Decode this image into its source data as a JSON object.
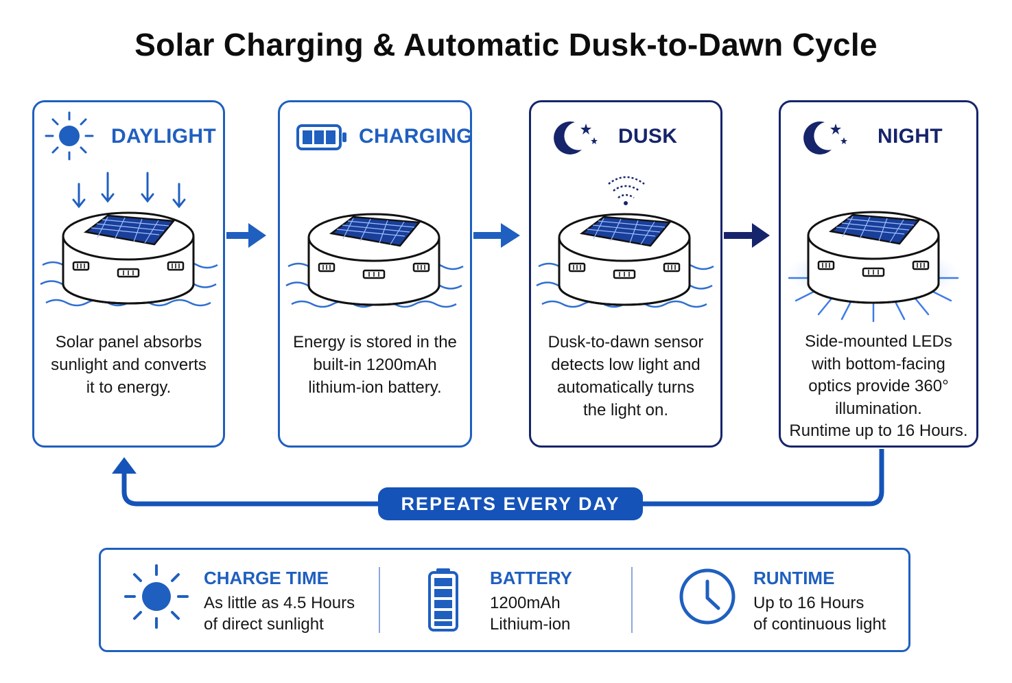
{
  "title": "Solar Charging & Automatic Dusk-to-Dawn Cycle",
  "stages": [
    {
      "label": "DAYLIGHT",
      "icon": "sun-icon",
      "lines": [
        "Solar panel absorbs",
        "sunlight and converts",
        "it to energy."
      ]
    },
    {
      "label": "CHARGING",
      "icon": "battery-icon",
      "lines": [
        "Energy is stored in the",
        "built-in 1200mAh",
        "lithium-ion battery."
      ]
    },
    {
      "label": "DUSK",
      "icon": "moon-icon",
      "lines": [
        "Dusk-to-dawn sensor",
        "detects low light and",
        "automatically turns",
        "the light on."
      ]
    },
    {
      "label": "NIGHT",
      "icon": "moon-icon",
      "lines": [
        "Side-mounted LEDs",
        "with bottom-facing",
        "optics provide 360°",
        "illumination.",
        "Runtime up to 16 Hours."
      ]
    }
  ],
  "loop_label": "REPEATS EVERY DAY",
  "summary": [
    {
      "heading": "CHARGE TIME",
      "icon": "sun-icon",
      "lines": [
        "As little as 4.5 Hours",
        "of direct sunlight"
      ]
    },
    {
      "heading": "BATTERY",
      "icon": "battery-icon",
      "lines": [
        "1200mAh",
        "Lithium-ion"
      ]
    },
    {
      "heading": "RUNTIME",
      "icon": "clock-icon",
      "lines": [
        "Up to 16 Hours",
        "of continuous light"
      ]
    }
  ],
  "colors": {
    "primary": "#1f5fbf",
    "dark": "#16246b",
    "water": "#2f6fd0",
    "panel": "#1a3f9a",
    "glow": "#4a8cff"
  }
}
